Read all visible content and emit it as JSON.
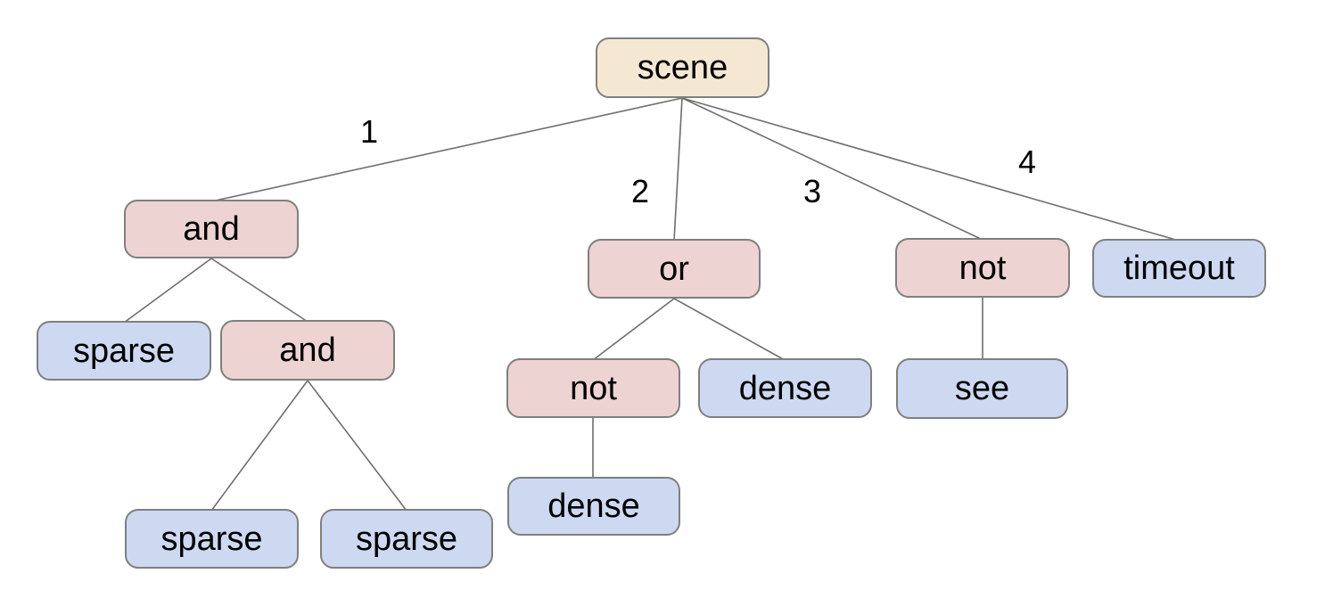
{
  "diagram": {
    "type": "tree",
    "description": "behavior-tree style scene diagram",
    "colors": {
      "canvas_bg": "#ffffff",
      "root_fill": "#f5e8d2",
      "operator_fill": "#eed3d3",
      "leaf_fill": "#cdd9f1",
      "node_border": "#7f7f7f",
      "edge_stroke": "#6e6e6e",
      "text_color": "#000000"
    },
    "nodes": {
      "scene": {
        "label": "scene",
        "kind": "root"
      },
      "and1": {
        "label": "and",
        "kind": "operator"
      },
      "or1": {
        "label": "or",
        "kind": "operator"
      },
      "not1": {
        "label": "not",
        "kind": "operator"
      },
      "timeout1": {
        "label": "timeout",
        "kind": "leaf"
      },
      "sparse1": {
        "label": "sparse",
        "kind": "leaf"
      },
      "and2": {
        "label": "and",
        "kind": "operator"
      },
      "not2": {
        "label": "not",
        "kind": "operator"
      },
      "dense1": {
        "label": "dense",
        "kind": "leaf"
      },
      "see1": {
        "label": "see",
        "kind": "leaf"
      },
      "sparse2": {
        "label": "sparse",
        "kind": "leaf"
      },
      "sparse3": {
        "label": "sparse",
        "kind": "leaf"
      },
      "dense2": {
        "label": "dense",
        "kind": "leaf"
      }
    },
    "edge_labels": {
      "branch1": "1",
      "branch2": "2",
      "branch3": "3",
      "branch4": "4"
    }
  }
}
